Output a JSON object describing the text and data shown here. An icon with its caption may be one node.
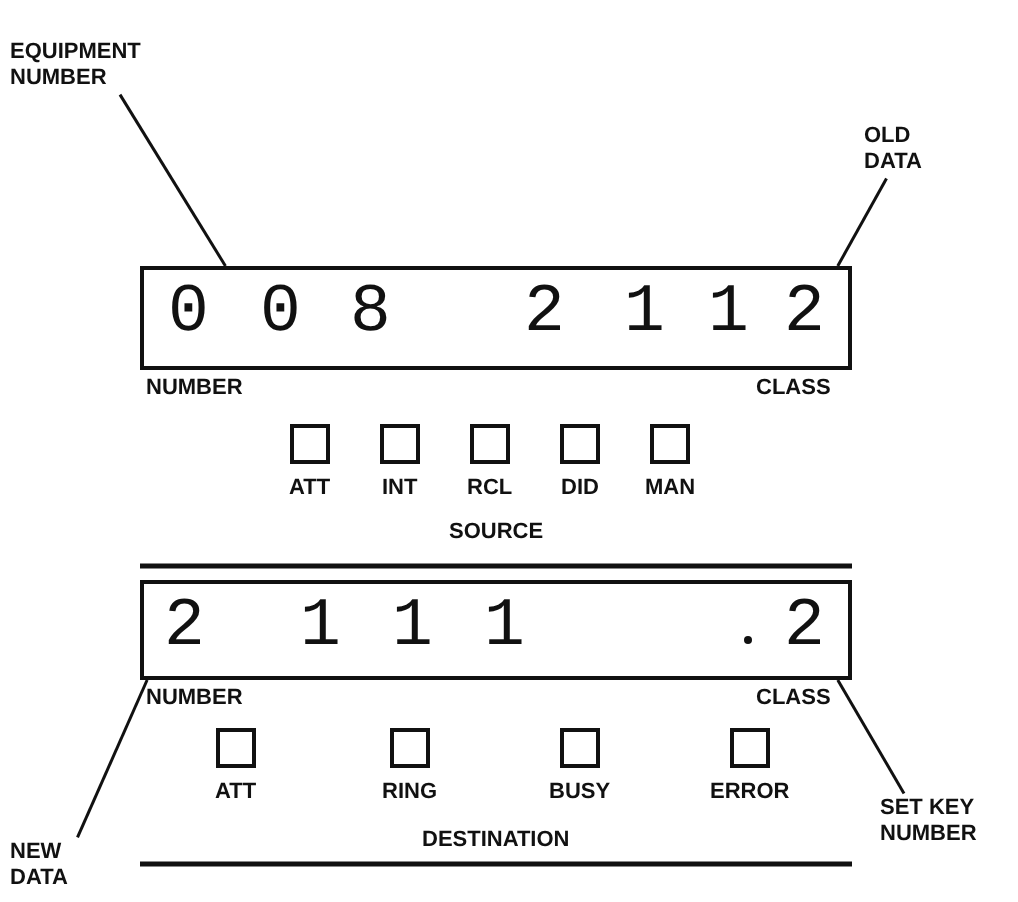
{
  "diagram": {
    "nodes": [
      {
        "text": [
          "EQUIPMENT NUMBER"
        ]
      },
      {
        "text": [
          "OLD DATA"
        ]
      },
      {
        "text": [
          "0",
          "0",
          "8",
          "2",
          "1",
          "1",
          "2"
        ]
      },
      {
        "text": [
          "2",
          "1",
          "1",
          "1",
          "2"
        ]
      },
      {
        "text": [
          "NEW DATA"
        ]
      },
      {
        "text": [
          "SET KEY NUMBER"
        ]
      }
    ],
    "edges": [
      {
        "from": 0,
        "to": 2,
        "arrow": "none"
      },
      {
        "from": 1,
        "to": 2,
        "arrow": "none"
      },
      {
        "from": 4,
        "to": 3,
        "arrow": "none"
      },
      {
        "from": 5,
        "to": 3,
        "arrow": "none"
      }
    ],
    "labels": [
      "NUMBER",
      "CLASS",
      "ATT",
      "INT",
      "RCL",
      "DID",
      "MAN",
      "SOURCE",
      "NUMBER",
      "CLASS",
      "ATT",
      "RING",
      "BUSY",
      "ERROR",
      "DESTINATION"
    ]
  }
}
